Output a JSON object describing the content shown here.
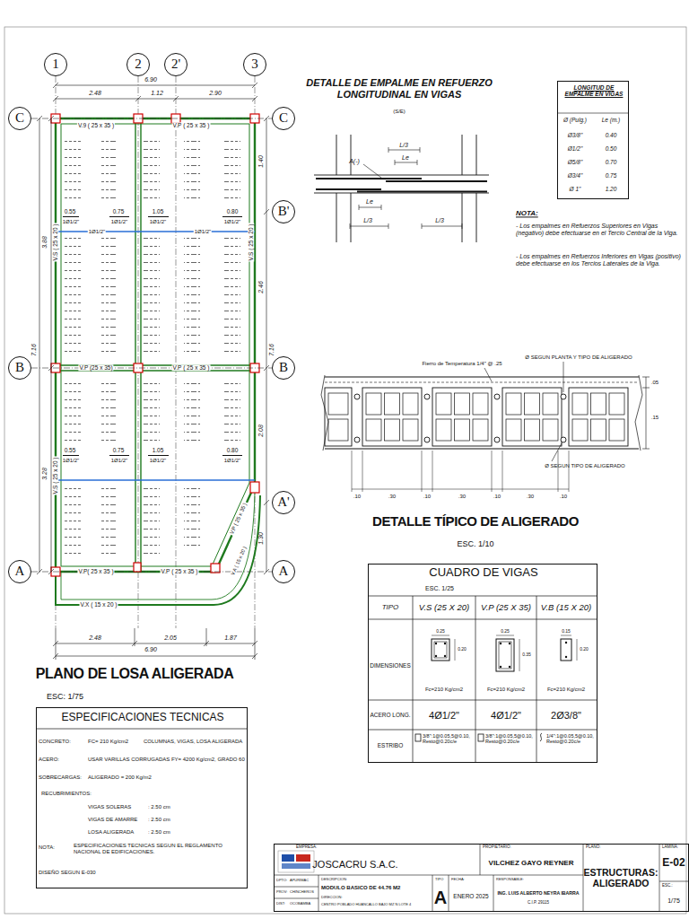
{
  "diagram": {
    "nodes": [
      {
        "text": [
          "1"
        ]
      },
      {
        "text": [
          "2"
        ]
      },
      {
        "text": [
          "2'"
        ]
      },
      {
        "text": [
          "3"
        ]
      },
      {
        "text": [
          "C"
        ]
      },
      {
        "text": [
          "C"
        ]
      },
      {
        "text": [
          "B'"
        ]
      },
      {
        "text": [
          "B"
        ]
      },
      {
        "text": [
          "B"
        ]
      },
      {
        "text": [
          "A'"
        ]
      },
      {
        "text": [
          "A"
        ]
      },
      {
        "text": [
          "A"
        ]
      },
      {
        "text": [
          "LONGITUD DE EMPALME EN VIGAS"
        ]
      },
      {
        "text": [
          "CUADRO DE VIGAS"
        ]
      },
      {
        "text": [
          "ESPECIFICACIONES TECNICAS"
        ]
      },
      {
        "text": [
          "JOSCACRU S.A.C."
        ]
      }
    ],
    "edges": [
      {
        "from": 4,
        "to": 5,
        "arrow": "none"
      },
      {
        "from": 7,
        "to": 8,
        "arrow": "none"
      },
      {
        "from": 10,
        "to": 11,
        "arrow": "none"
      }
    ],
    "labels": [
      "6.90",
      "2.48",
      "1.12",
      "2.90",
      "7.16",
      "3.88",
      "3.28",
      "1.40",
      "2.46",
      "7.16",
      "2.08",
      "1.30",
      "2.48",
      "2.05",
      "1.87",
      "6.90",
      "V.9 ( 25 x 35 )",
      "V.P ( 25 x 35 )",
      "V.S ( 25 x 20 )",
      "V.S ( 25 x 20 )",
      "V.P (25 x 35)",
      "V.P ( 25 x 35 )",
      "V.S ( 25 x 20 )",
      "V.P ( 25 x 35 )",
      "V.A ( 15 x 20 )",
      "V.P( 25 x 35 )",
      "V.P ( 25 x 35 )",
      "V.X ( 15 x 20 )",
      "0.55",
      "0.75",
      "1.05",
      "0.80",
      "1Ø1/2\"",
      "1Ø1/2\"",
      "1Ø1/2\"",
      "1Ø1/2\"",
      "1Ø1/2\"",
      "1Ø1/2\"",
      "0.55",
      "0.75",
      "1.05",
      "0.80",
      "1Ø1/2\"",
      "1Ø1/2\"",
      "1Ø1/2\"",
      "1Ø1/2\"",
      "PLANO DE LOSA ALIGERADA",
      "ESC: 1/75",
      "DETALLE DE EMPALME EN REFUERZO LONGITUDINAL EN VIGAS",
      "(S/E)",
      "L/3",
      "Le",
      "A(-)",
      "Le",
      "L/3",
      "L/3",
      "Ø (Pulg.)",
      "Le (m.)",
      "Ø3/8\"",
      "0.40",
      "Ø1/2\"",
      "0.50",
      "Ø5/8\"",
      "0.70",
      "Ø3/4\"",
      "0.75",
      "Ø 1\"",
      "1.20",
      "NOTA:",
      "- Los empalmes en Refuerzos Superiores en Vigas (negativo) debe efectuarse en el Tercio Central de la Viga.",
      "- Los empalmes en Refuerzos Inferiores en Vigas (positivo) debe efectuarse en los Tercios Laterales de la Viga.",
      "Fierro de Temperatura 1/4\" @ .25",
      "Ø SEGUN PLANTA Y TIPO DE ALIGERADO",
      "Ø SEGUN TIPO DE ALIGERADO",
      ".05",
      ".15",
      ".10",
      ".30",
      ".10",
      ".30",
      ".10",
      ".30",
      ".10",
      "DETALLE TÍPICO DE ALIGERADO",
      "ESC. 1/10",
      "ESC. 1/25",
      "TIPO",
      "V.S (25 X 20)",
      "V.P (25 X 35)",
      "V.B (15 X 20)",
      "DIMENSIONES",
      "0.25",
      "0.20",
      "Fc=210 Kg/cm2",
      "0.25",
      "0.35",
      "Fc=210 Kg/cm2",
      "0.15",
      "0.20",
      "Fc=210 Kg/cm2",
      "ACERO LONG.",
      "4Ø1/2\"",
      "4Ø1/2\"",
      "2Ø3/8\"",
      "ESTRIBO",
      "3/8\":1@0.05,5@0.10, Resto@0.20c/e",
      "3/8\":1@0.05,5@0.10, Resto@0.20c/e",
      "1/4\":1@0.05,5@0.10, Resto@0.20c/e",
      "CONCRETO:",
      "FC= 210 Kg/cm2",
      "COLUMNAS, VIGAS, LOSA ALIGERADA",
      "ACERO:",
      "USAR VARILLAS CORRUGADAS FY= 4200 Kg/cm2, GRADO 60",
      "SOBRECARGAS:",
      "ALIGERADO = 200 Kg/m2",
      "RECUBRIMIENTOS:",
      "VIGAS SOLERAS",
      ": 2.50 cm",
      "VIGAS DE AMARRE",
      ": 2.50 cm",
      "LOSA ALIGERADA",
      ": 2.50 cm",
      "NOTA:",
      "ESPECIFICACIONES TECNICAS SEGUN EL REGLAMENTO NACIONAL DE EDIFICACIONES.",
      "DISEÑO SEGUN E-030",
      "EMPRESA:",
      "PROPIETARIO:",
      "VILCHEZ GAYO REYNER",
      "PLANO:",
      "ESTRUCTURAS: ALIGERADO",
      "LÁMINA:",
      "E-02",
      "ESC.:",
      "1/75",
      "DPTO:",
      "APURIMAC",
      "PROV:",
      "CHINCHEROS",
      "DIST:",
      "OCOBAMBA",
      "DESCRIPCION:",
      "MODULO BASICO DE 44.76 M2",
      "DIRECCION:",
      "CENTRO POBLADO HUANCALLO BAJO MZ N LOTE 4",
      "TIPO",
      "A",
      "FECHA:",
      "ENERO 2025",
      "RESPONSABLE:",
      "ING. LUIS ALBERTO NEYRA IBARRA",
      "C.I.P. 29115"
    ]
  }
}
